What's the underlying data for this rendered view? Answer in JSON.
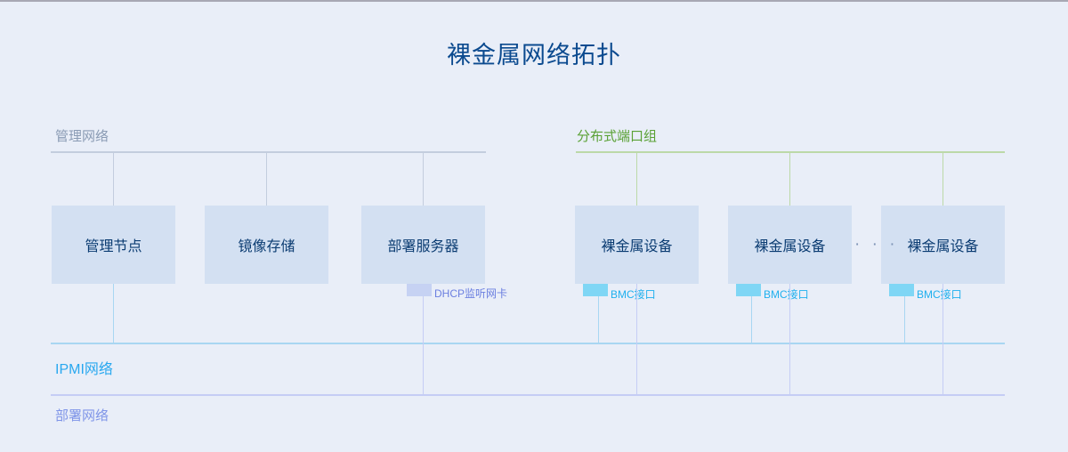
{
  "title": "裸金属网络拓扑",
  "sections": {
    "management_network": "管理网络",
    "distributed_port_group": "分布式端口组",
    "ipmi_network": "IPMI网络",
    "deployment_network": "部署网络"
  },
  "nodes": {
    "management_node": "管理节点",
    "image_storage": "镜像存储",
    "deployment_server": "部署服务器",
    "bare_metal_1": "裸金属设备",
    "bare_metal_2": "裸金属设备",
    "bare_metal_3": "裸金属设备"
  },
  "nics": {
    "dhcp": "DHCP监听网卡",
    "bmc_1": "BMC接口",
    "bmc_2": "BMC接口",
    "bmc_3": "BMC接口"
  },
  "ellipsis": "· · ·",
  "colors": {
    "background": "#e9eef8",
    "title": "#0b4a8f",
    "node_fill": "#d3e0f2",
    "node_text": "#0b3c72",
    "management_bus": "#c3cdde",
    "management_label": "#8a9bb4",
    "port_group_bus": "#bcd9a8",
    "port_group_label": "#5aa135",
    "ipmi_bus": "#a8d6f2",
    "ipmi_label": "#29a8ef",
    "deploy_bus": "#c5cdf5",
    "deploy_label": "#7f95e8",
    "bmc_chip": "#7fd6f5",
    "dhcp_chip": "#c6d2f3"
  }
}
